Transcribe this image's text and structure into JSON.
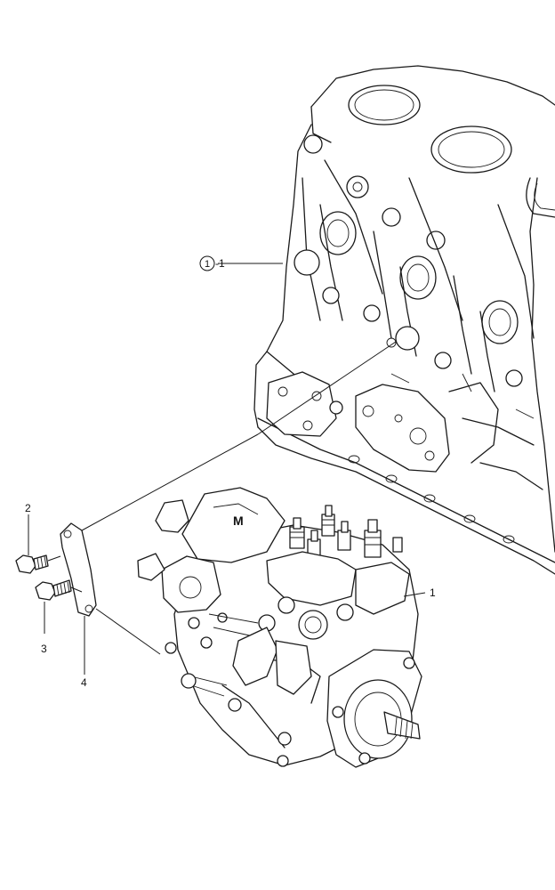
{
  "callouts": {
    "block_ref": "-1",
    "block_ref_circle": "1",
    "pump": "1",
    "bolt_top": "2",
    "bolt_bottom": "3",
    "bracket": "4"
  }
}
